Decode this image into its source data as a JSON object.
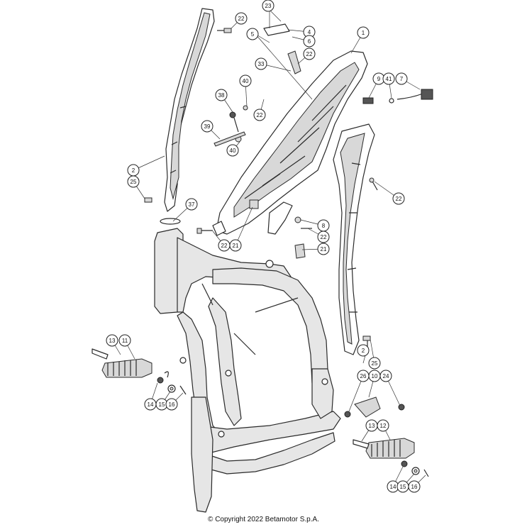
{
  "diagram": {
    "callout_labels": [
      "1",
      "2",
      "2",
      "4",
      "5",
      "6",
      "7",
      "8",
      "9",
      "10",
      "11",
      "12",
      "13",
      "13",
      "14",
      "14",
      "15",
      "15",
      "16",
      "16",
      "21",
      "21",
      "22",
      "22",
      "22",
      "22",
      "22",
      "22",
      "23",
      "24",
      "25",
      "25",
      "26",
      "33",
      "37",
      "38",
      "39",
      "40",
      "40",
      "41"
    ]
  },
  "footer": {
    "copyright": "© Copyright 2022 Betamotor S.p.A."
  }
}
